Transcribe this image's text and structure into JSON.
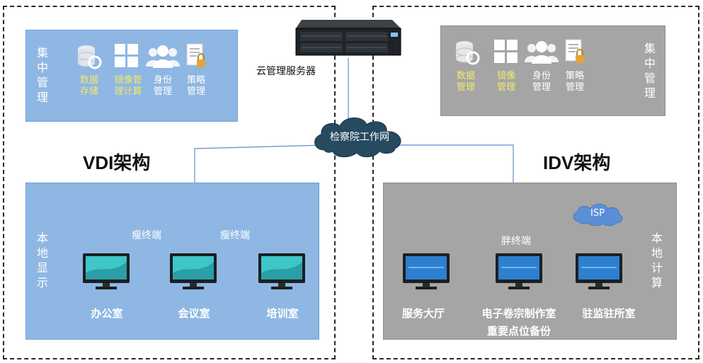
{
  "server": {
    "label": "云管理服务器"
  },
  "network": {
    "label": "检察院工作网"
  },
  "isp": {
    "label": "ISP"
  },
  "vdi": {
    "title": "VDI架构",
    "mgmt": {
      "side_label": [
        "集",
        "中",
        "管",
        "理"
      ],
      "icons": [
        {
          "name": "database-icon",
          "lines": [
            "数据",
            "存储"
          ],
          "highlight": true
        },
        {
          "name": "windows-icon",
          "lines": [
            "镜像管",
            "理计算"
          ],
          "highlight": true
        },
        {
          "name": "users-icon",
          "lines": [
            "身份",
            "管理"
          ],
          "highlight": false
        },
        {
          "name": "policy-doc-icon",
          "lines": [
            "策略",
            "管理"
          ],
          "highlight": false
        }
      ]
    },
    "local": {
      "side_label": [
        "本",
        "地",
        "显",
        "示"
      ],
      "terminal_labels": [
        "瘦终端",
        "瘦终端"
      ],
      "places": [
        "办公室",
        "会议室",
        "培训室"
      ]
    }
  },
  "idv": {
    "title": "IDV架构",
    "mgmt": {
      "side_label": [
        "集",
        "中",
        "管",
        "理"
      ],
      "icons": [
        {
          "name": "database-icon",
          "lines": [
            "数据",
            "管理"
          ],
          "highlight": true
        },
        {
          "name": "windows-icon",
          "lines": [
            "镜像",
            "管理"
          ],
          "highlight": true
        },
        {
          "name": "users-icon",
          "lines": [
            "身份",
            "管理"
          ],
          "highlight": false
        },
        {
          "name": "policy-doc-icon",
          "lines": [
            "策略",
            "管理"
          ],
          "highlight": false
        }
      ]
    },
    "local": {
      "side_label": [
        "本",
        "地",
        "计",
        "算"
      ],
      "terminal_label": "胖终端",
      "places": [
        "服务大厅",
        "电子卷宗制作室",
        "驻监驻所室"
      ],
      "places_line2": "重要点位备份"
    }
  }
}
